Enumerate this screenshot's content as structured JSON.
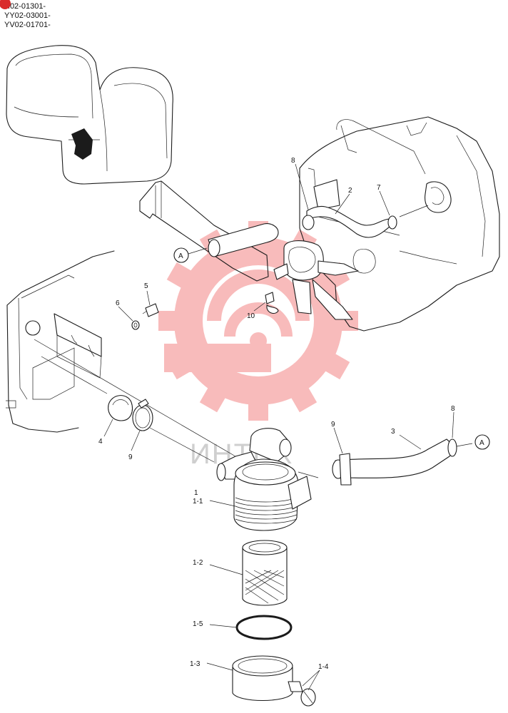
{
  "serial_codes": [
    "H02-01301-",
    "YY02-03001-",
    "YV02-01701-"
  ],
  "watermark": {
    "text": "ИНТЕХ",
    "color": "#f06a6a"
  },
  "callouts": {
    "top_8": "8",
    "top_2": "2",
    "top_7": "7",
    "ref_a_left": "A",
    "c5": "5",
    "c6": "6",
    "c10": "10",
    "c4": "4",
    "c9_left": "9",
    "c9_right": "9",
    "c3": "3",
    "c8_right": "8",
    "ref_a_right": "A",
    "c1": "1",
    "c1_1": "1-1",
    "c1_2": "1-2",
    "c1_5": "1-5",
    "c1_3": "1-3",
    "c1_4": "1-4"
  }
}
